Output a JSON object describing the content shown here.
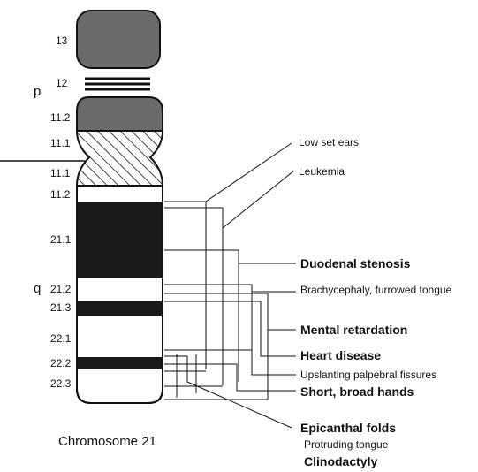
{
  "arms": {
    "p": "p",
    "q": "q"
  },
  "bands": {
    "b13": "13",
    "b12": "12",
    "b11_2p": "11.2",
    "b11_1p": "11.1",
    "b11_1q": "11.1",
    "b11_2q": "11.2",
    "b21_1": "21.1",
    "b21_2": "21.2",
    "b21_3": "21.3",
    "b22_1": "22.1",
    "b22_2": "22.2",
    "b22_3": "22.3"
  },
  "features": [
    "Low set ears",
    "Leukemia",
    "Duodenal stenosis",
    "Brachycephaly, furrowed tongue",
    "Mental retardation",
    "Heart disease",
    "Upslanting palpebral fissures",
    "Short, broad hands",
    "Epicanthal folds",
    "Protruding tongue",
    "Clinodactyly"
  ],
  "caption": "Chromosome 21",
  "colors": {
    "stalk": "#6b6b6b",
    "dark_band": "#1a1a1a",
    "ink": "#111111"
  }
}
